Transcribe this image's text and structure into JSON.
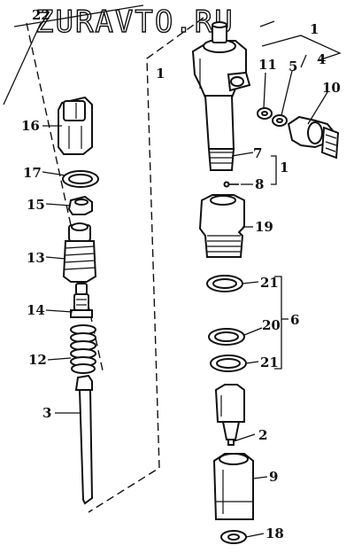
{
  "watermark": "ZURAVTO.RU",
  "callouts": {
    "c1a": "1",
    "c1b": "1",
    "c1c": "1",
    "c2": "2",
    "c3": "3",
    "c4": "4",
    "c5": "5",
    "c6": "6",
    "c7": "7",
    "c8": "8",
    "c9": "9",
    "c10": "10",
    "c11": "11",
    "c12": "12",
    "c13": "13",
    "c14": "14",
    "c15": "15",
    "c16": "16",
    "c17": "17",
    "c18": "18",
    "c19": "19",
    "c20": "20",
    "c21a": "21",
    "c21b": "21",
    "c22": "22"
  }
}
